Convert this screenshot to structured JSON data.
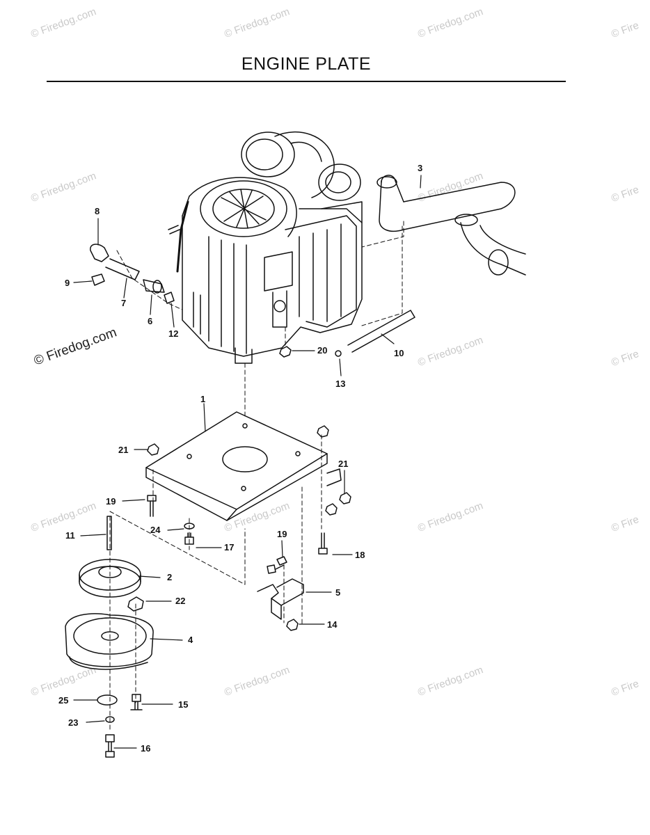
{
  "title": "ENGINE PLATE",
  "watermark": "© Firedog.com",
  "watermark_short": "© Fire",
  "callouts": {
    "c1": "1",
    "c2": "2",
    "c3": "3",
    "c4": "4",
    "c5": "5",
    "c6": "6",
    "c7": "7",
    "c8": "8",
    "c9": "9",
    "c10": "10",
    "c11": "11",
    "c12": "12",
    "c13": "13",
    "c14": "14",
    "c15": "15",
    "c16": "16",
    "c17": "17",
    "c18": "18",
    "c19a": "19",
    "c19b": "19",
    "c20": "20",
    "c21a": "21",
    "c21b": "21",
    "c22": "22",
    "c23": "23",
    "c24": "24",
    "c25": "25"
  }
}
